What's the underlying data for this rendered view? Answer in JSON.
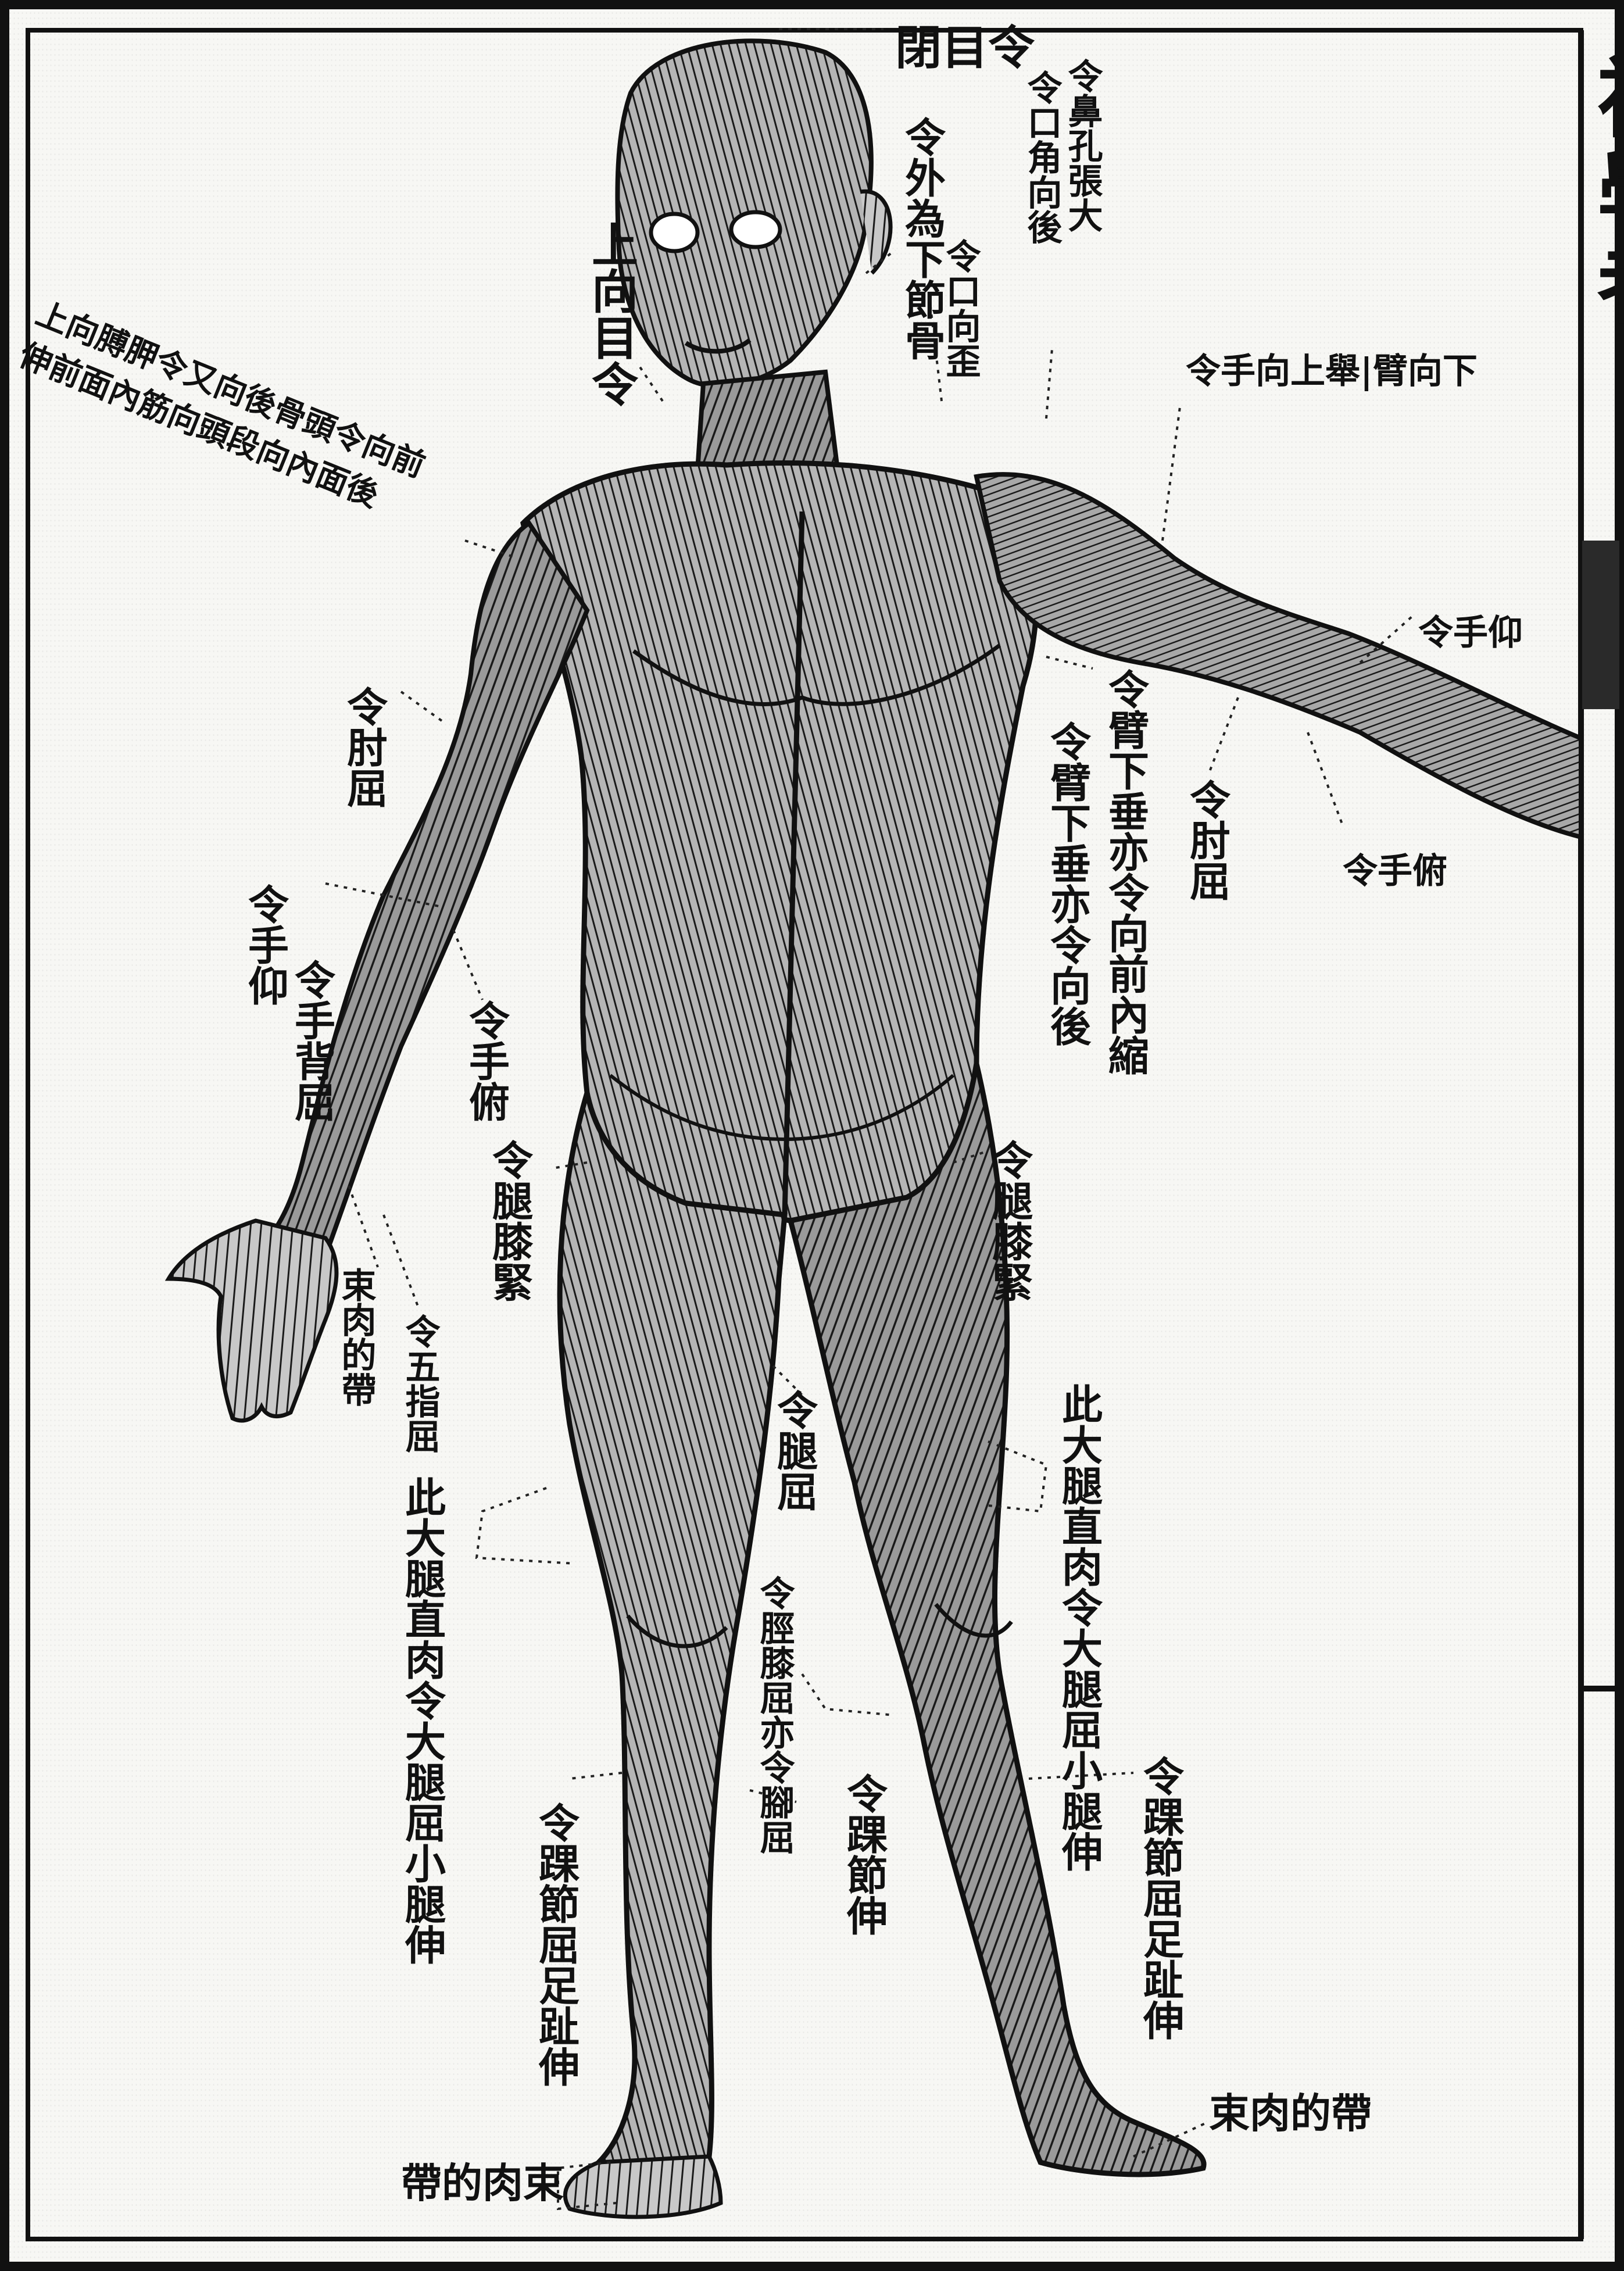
{
  "labels": {
    "head_top": "令目閉",
    "eye_outer": "上向目令",
    "temple": "令外為下節骨",
    "cheek": "令口向歪",
    "neck_col1": "令鼻孔張大",
    "neck_col2": "令口角向後",
    "shoulder": "令手向上舉|臂向下",
    "upper_arm_lines": "上向膊胛令又向後骨頭令向前伸前面內筋向頭段向內面後",
    "forearm_up": "令手仰",
    "forearm_down": "令手俯",
    "elbow": "令肘屈",
    "chest_front": "令臂下垂亦令向前內縮",
    "chest_back": "令臂下垂亦令向後",
    "left_biceps": "令肘屈",
    "left_forearm1": "令手仰",
    "left_forearm2": "令手背屈",
    "left_wrist": "令手俯",
    "left_hand1": "束肉的帶",
    "left_hand2": "令五指屈",
    "thigh_left": "令腿膝緊",
    "thigh_right": "令腿膝緊",
    "knee_center": "令腿屈",
    "thigh_note_left": "此大腿直肉令大腿屈小腿伸",
    "thigh_note_right": "此大腿直肉令大腿屈小腿伸",
    "shin_center": "令脛膝屈亦令腳屈",
    "ankle_center": "令踝節伸",
    "ankle_left": "令踝節屈足趾伸",
    "ankle_right": "令踝節屈足趾伸",
    "foot_band_left": "帶的肉束",
    "foot_band_right": "束肉的帶"
  },
  "side_column": {
    "chars": "初學者"
  }
}
